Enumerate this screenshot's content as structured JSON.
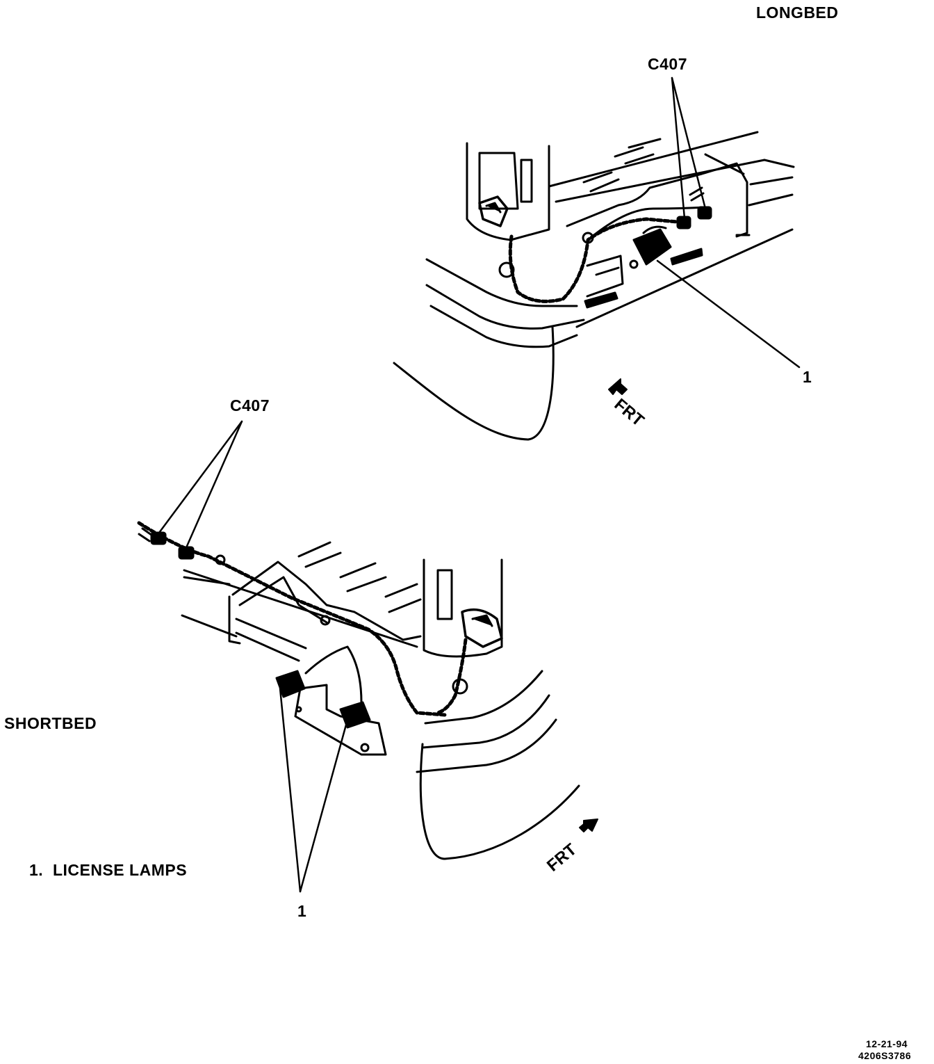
{
  "labels": {
    "longbed_title": "LONGBED",
    "shortbed_title": "SHORTBED",
    "connector_top": "C407",
    "connector_bottom": "C407",
    "callout_top": "1",
    "callout_bottom": "1",
    "front_top": "FRT",
    "front_bottom": "FRT",
    "legend_item": "1.  LICENSE LAMPS",
    "date": "12-21-94",
    "figure_number": "4206S3786"
  },
  "colors": {
    "ink": "#000000",
    "paper": "#ffffff"
  }
}
